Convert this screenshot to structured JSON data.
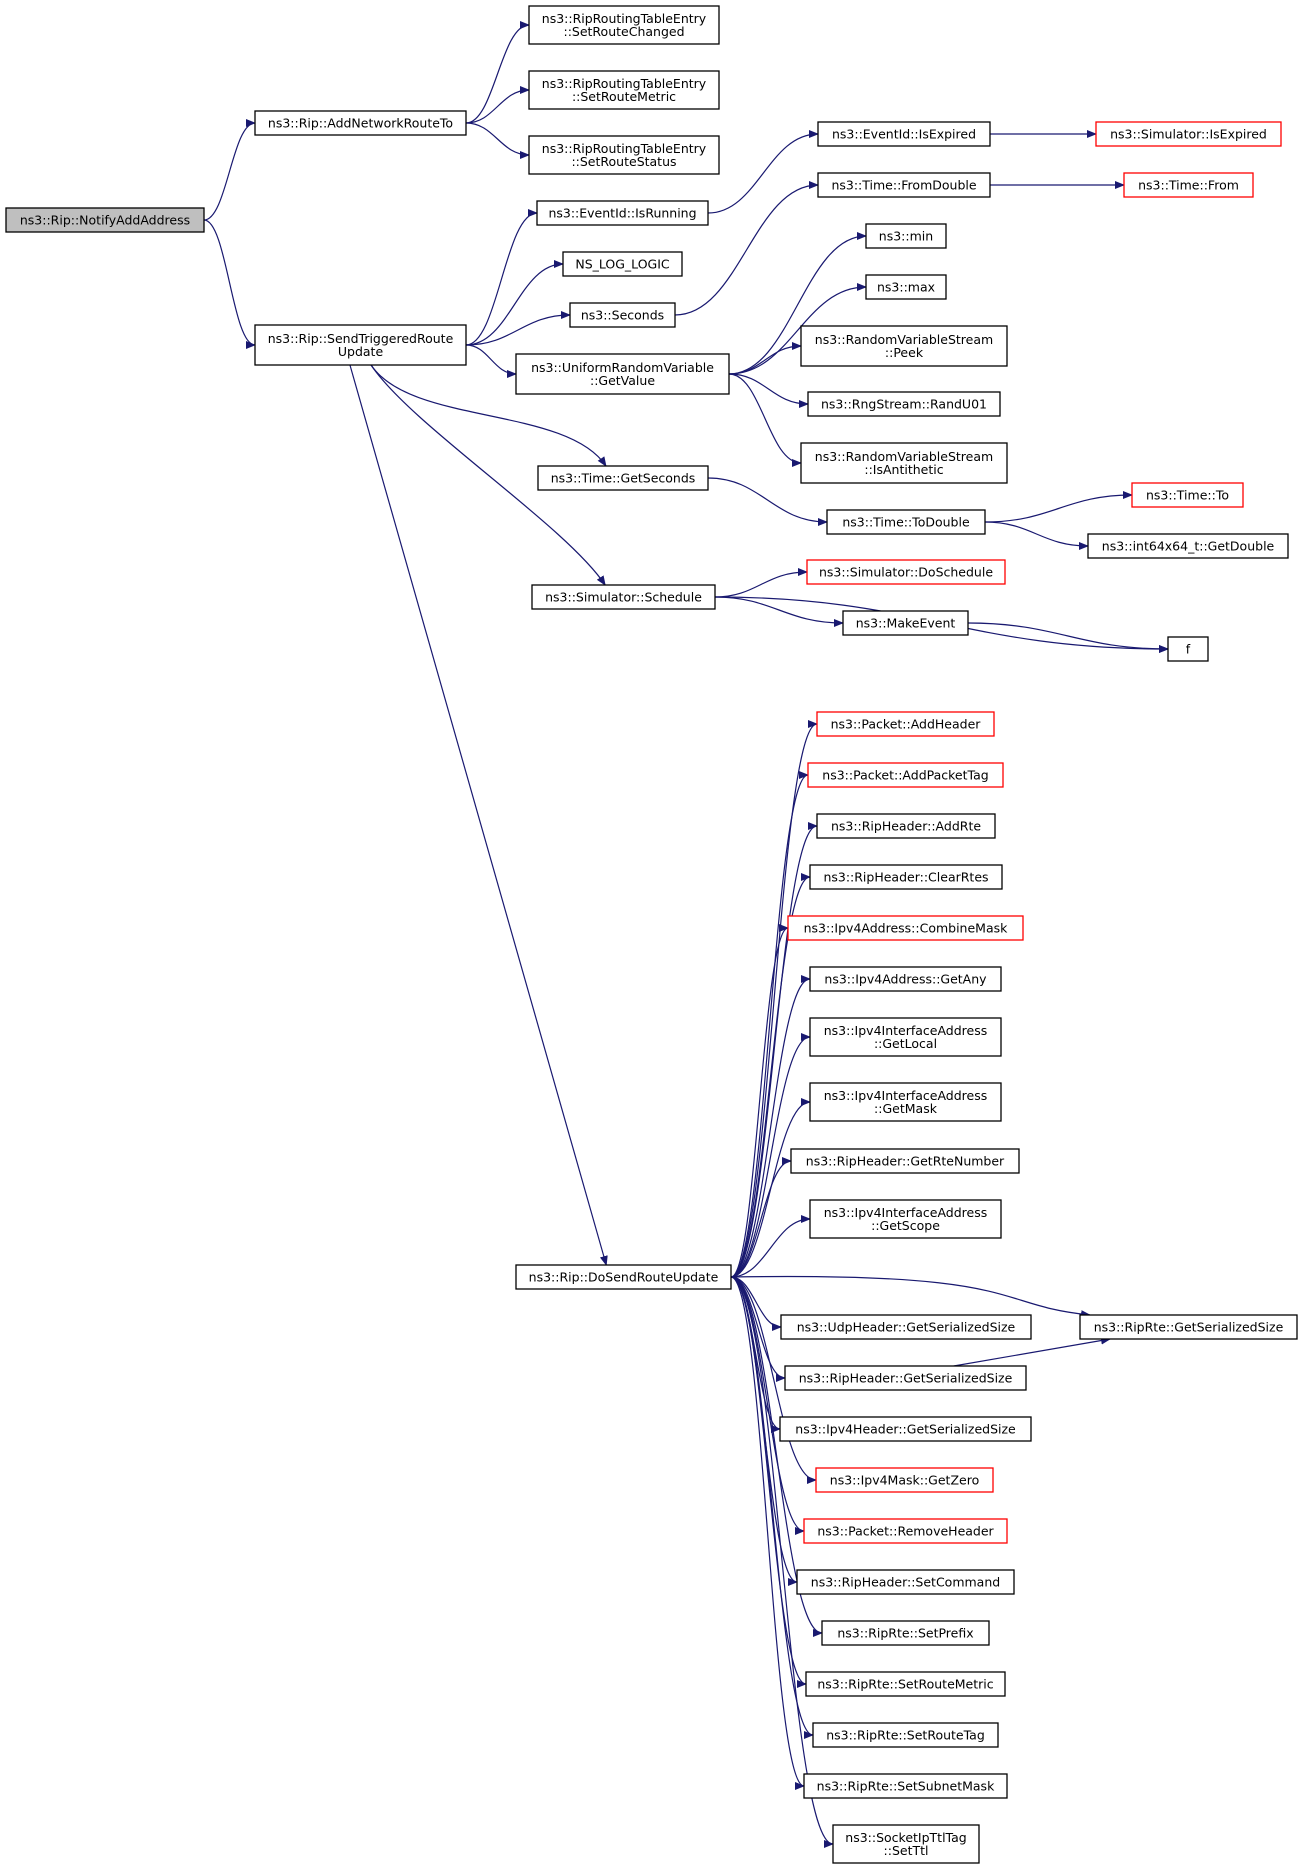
{
  "colors": {
    "edge": "#191970",
    "border_default": "#000000",
    "border_truncated": "#ff0000",
    "fill_root": "#bfbfbf",
    "fill_default": "#ffffff"
  },
  "nodes": [
    {
      "id": "root",
      "lines": [
        "ns3::Rip::NotifyAddAddress"
      ],
      "style": "root"
    },
    {
      "id": "addnet",
      "lines": [
        "ns3::Rip::AddNetworkRouteTo"
      ],
      "style": "default"
    },
    {
      "id": "setchanged",
      "lines": [
        "ns3::RipRoutingTableEntry",
        "::SetRouteChanged"
      ],
      "style": "default"
    },
    {
      "id": "setmetric_rte",
      "lines": [
        "ns3::RipRoutingTableEntry",
        "::SetRouteMetric"
      ],
      "style": "default"
    },
    {
      "id": "setstatus",
      "lines": [
        "ns3::RipRoutingTableEntry",
        "::SetRouteStatus"
      ],
      "style": "default"
    },
    {
      "id": "sendtrig",
      "lines": [
        "ns3::Rip::SendTriggeredRoute",
        "Update"
      ],
      "style": "default"
    },
    {
      "id": "isrunning",
      "lines": [
        "ns3::EventId::IsRunning"
      ],
      "style": "default"
    },
    {
      "id": "nslog",
      "lines": [
        "NS_LOG_LOGIC"
      ],
      "style": "default"
    },
    {
      "id": "seconds",
      "lines": [
        "ns3::Seconds"
      ],
      "style": "default"
    },
    {
      "id": "urvgetvalue",
      "lines": [
        "ns3::UniformRandomVariable",
        "::GetValue"
      ],
      "style": "default"
    },
    {
      "id": "timegetsec",
      "lines": [
        "ns3::Time::GetSeconds"
      ],
      "style": "default"
    },
    {
      "id": "simschedule",
      "lines": [
        "ns3::Simulator::Schedule"
      ],
      "style": "default"
    },
    {
      "id": "isexpired",
      "lines": [
        "ns3::EventId::IsExpired"
      ],
      "style": "default"
    },
    {
      "id": "simisexpired",
      "lines": [
        "ns3::Simulator::IsExpired"
      ],
      "style": "truncated"
    },
    {
      "id": "fromdouble",
      "lines": [
        "ns3::Time::FromDouble"
      ],
      "style": "default"
    },
    {
      "id": "timefrom",
      "lines": [
        "ns3::Time::From"
      ],
      "style": "truncated"
    },
    {
      "id": "min",
      "lines": [
        "ns3::min"
      ],
      "style": "default"
    },
    {
      "id": "max",
      "lines": [
        "ns3::max"
      ],
      "style": "default"
    },
    {
      "id": "peek",
      "lines": [
        "ns3::RandomVariableStream",
        "::Peek"
      ],
      "style": "default"
    },
    {
      "id": "randu01",
      "lines": [
        "ns3::RngStream::RandU01"
      ],
      "style": "default"
    },
    {
      "id": "isanti",
      "lines": [
        "ns3::RandomVariableStream",
        "::IsAntithetic"
      ],
      "style": "default"
    },
    {
      "id": "todouble",
      "lines": [
        "ns3::Time::ToDouble"
      ],
      "style": "default"
    },
    {
      "id": "timeto",
      "lines": [
        "ns3::Time::To"
      ],
      "style": "truncated"
    },
    {
      "id": "getdouble",
      "lines": [
        "ns3::int64x64_t::GetDouble"
      ],
      "style": "default"
    },
    {
      "id": "doschedule",
      "lines": [
        "ns3::Simulator::DoSchedule"
      ],
      "style": "truncated"
    },
    {
      "id": "makeevent",
      "lines": [
        "ns3::MakeEvent"
      ],
      "style": "default"
    },
    {
      "id": "f",
      "lines": [
        "f"
      ],
      "style": "default"
    },
    {
      "id": "dosend",
      "lines": [
        "ns3::Rip::DoSendRouteUpdate"
      ],
      "style": "default"
    },
    {
      "id": "addheader",
      "lines": [
        "ns3::Packet::AddHeader"
      ],
      "style": "truncated"
    },
    {
      "id": "addpackettag",
      "lines": [
        "ns3::Packet::AddPacketTag"
      ],
      "style": "truncated"
    },
    {
      "id": "addrte",
      "lines": [
        "ns3::RipHeader::AddRte"
      ],
      "style": "default"
    },
    {
      "id": "clearrtes",
      "lines": [
        "ns3::RipHeader::ClearRtes"
      ],
      "style": "default"
    },
    {
      "id": "combinemask",
      "lines": [
        "ns3::Ipv4Address::CombineMask"
      ],
      "style": "truncated"
    },
    {
      "id": "getany",
      "lines": [
        "ns3::Ipv4Address::GetAny"
      ],
      "style": "default"
    },
    {
      "id": "getlocal",
      "lines": [
        "ns3::Ipv4InterfaceAddress",
        "::GetLocal"
      ],
      "style": "default"
    },
    {
      "id": "getmask",
      "lines": [
        "ns3::Ipv4InterfaceAddress",
        "::GetMask"
      ],
      "style": "default"
    },
    {
      "id": "getrtenumber",
      "lines": [
        "ns3::RipHeader::GetRteNumber"
      ],
      "style": "default"
    },
    {
      "id": "getscope",
      "lines": [
        "ns3::Ipv4InterfaceAddress",
        "::GetScope"
      ],
      "style": "default"
    },
    {
      "id": "udpsize",
      "lines": [
        "ns3::UdpHeader::GetSerializedSize"
      ],
      "style": "default"
    },
    {
      "id": "riprtesize",
      "lines": [
        "ns3::RipRte::GetSerializedSize"
      ],
      "style": "default"
    },
    {
      "id": "ripheadersize",
      "lines": [
        "ns3::RipHeader::GetSerializedSize"
      ],
      "style": "default"
    },
    {
      "id": "ipv4headersize",
      "lines": [
        "ns3::Ipv4Header::GetSerializedSize"
      ],
      "style": "default"
    },
    {
      "id": "getzero",
      "lines": [
        "ns3::Ipv4Mask::GetZero"
      ],
      "style": "truncated"
    },
    {
      "id": "removeheader",
      "lines": [
        "ns3::Packet::RemoveHeader"
      ],
      "style": "truncated"
    },
    {
      "id": "setcommand",
      "lines": [
        "ns3::RipHeader::SetCommand"
      ],
      "style": "default"
    },
    {
      "id": "setprefix",
      "lines": [
        "ns3::RipRte::SetPrefix"
      ],
      "style": "default"
    },
    {
      "id": "setroutemetric",
      "lines": [
        "ns3::RipRte::SetRouteMetric"
      ],
      "style": "default"
    },
    {
      "id": "setroutetag",
      "lines": [
        "ns3::RipRte::SetRouteTag"
      ],
      "style": "default"
    },
    {
      "id": "setsubnetmask",
      "lines": [
        "ns3::RipRte::SetSubnetMask"
      ],
      "style": "default"
    },
    {
      "id": "setttl",
      "lines": [
        "ns3::SocketIpTtlTag",
        "::SetTtl"
      ],
      "style": "default"
    }
  ],
  "edges": [
    [
      "root",
      "addnet"
    ],
    [
      "root",
      "sendtrig"
    ],
    [
      "addnet",
      "setchanged"
    ],
    [
      "addnet",
      "setmetric_rte"
    ],
    [
      "addnet",
      "setstatus"
    ],
    [
      "sendtrig",
      "isrunning"
    ],
    [
      "sendtrig",
      "nslog"
    ],
    [
      "sendtrig",
      "seconds"
    ],
    [
      "sendtrig",
      "urvgetvalue"
    ],
    [
      "sendtrig",
      "timegetsec"
    ],
    [
      "sendtrig",
      "simschedule"
    ],
    [
      "sendtrig",
      "dosend"
    ],
    [
      "isrunning",
      "isexpired"
    ],
    [
      "isexpired",
      "simisexpired"
    ],
    [
      "seconds",
      "fromdouble"
    ],
    [
      "fromdouble",
      "timefrom"
    ],
    [
      "urvgetvalue",
      "min"
    ],
    [
      "urvgetvalue",
      "max"
    ],
    [
      "urvgetvalue",
      "peek"
    ],
    [
      "urvgetvalue",
      "randu01"
    ],
    [
      "urvgetvalue",
      "isanti"
    ],
    [
      "timegetsec",
      "todouble"
    ],
    [
      "todouble",
      "timeto"
    ],
    [
      "todouble",
      "getdouble"
    ],
    [
      "simschedule",
      "doschedule"
    ],
    [
      "simschedule",
      "makeevent"
    ],
    [
      "simschedule",
      "f"
    ],
    [
      "makeevent",
      "f"
    ],
    [
      "dosend",
      "addheader"
    ],
    [
      "dosend",
      "addpackettag"
    ],
    [
      "dosend",
      "addrte"
    ],
    [
      "dosend",
      "clearrtes"
    ],
    [
      "dosend",
      "combinemask"
    ],
    [
      "dosend",
      "getany"
    ],
    [
      "dosend",
      "getlocal"
    ],
    [
      "dosend",
      "getmask"
    ],
    [
      "dosend",
      "getrtenumber"
    ],
    [
      "dosend",
      "getscope"
    ],
    [
      "dosend",
      "udpsize"
    ],
    [
      "dosend",
      "riprtesize"
    ],
    [
      "dosend",
      "ripheadersize"
    ],
    [
      "dosend",
      "ipv4headersize"
    ],
    [
      "dosend",
      "getzero"
    ],
    [
      "dosend",
      "removeheader"
    ],
    [
      "dosend",
      "setcommand"
    ],
    [
      "dosend",
      "setprefix"
    ],
    [
      "dosend",
      "setroutemetric"
    ],
    [
      "dosend",
      "setroutetag"
    ],
    [
      "dosend",
      "setsubnetmask"
    ],
    [
      "dosend",
      "setttl"
    ],
    [
      "ripheadersize",
      "riprtesize"
    ]
  ]
}
